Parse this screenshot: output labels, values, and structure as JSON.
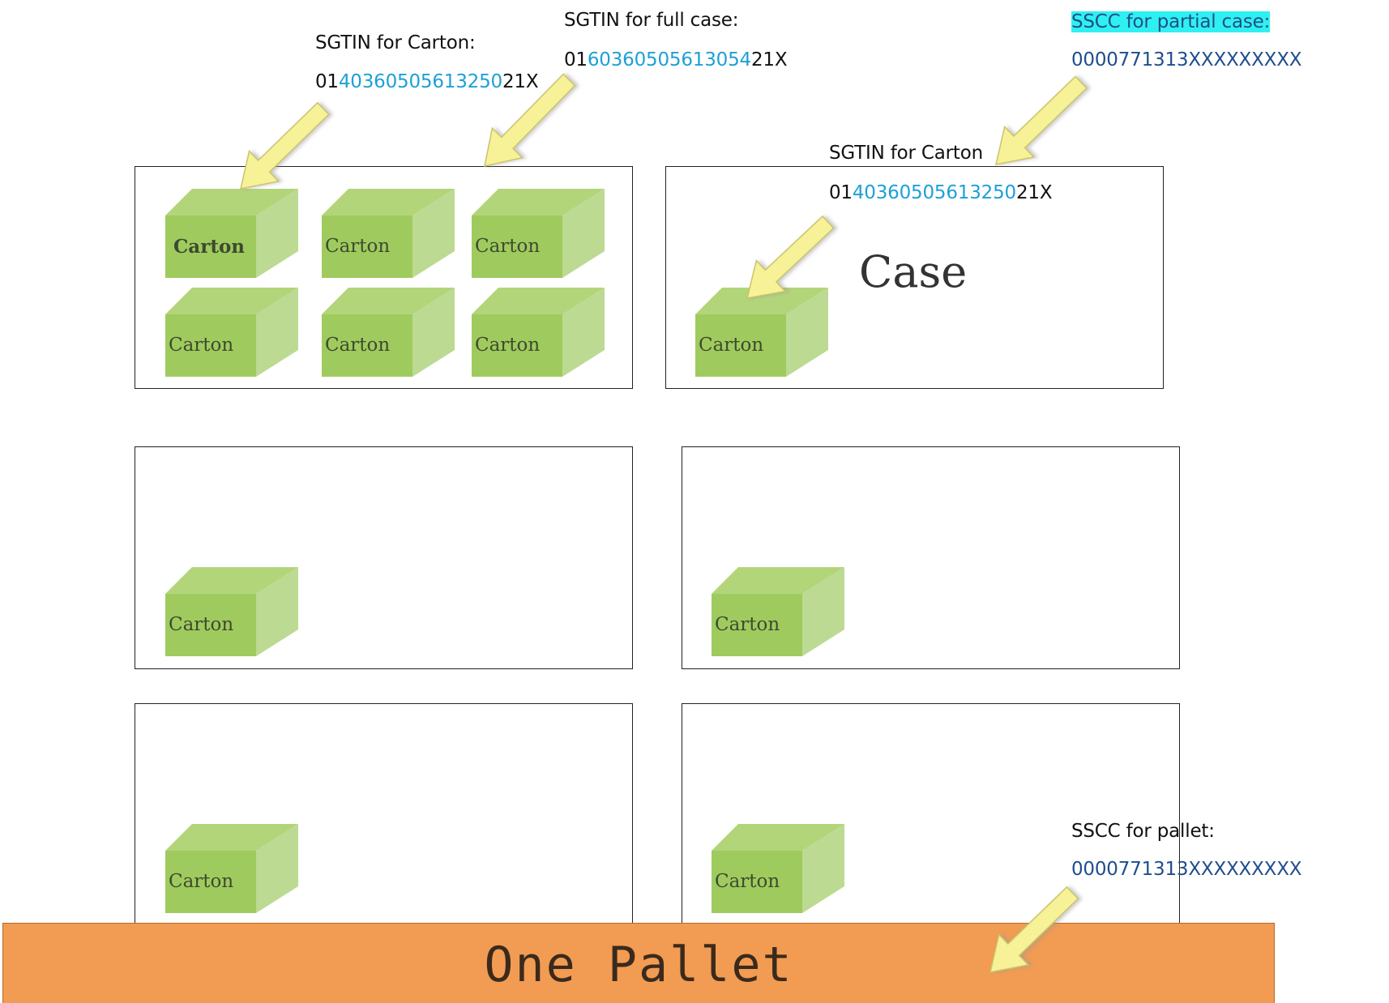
{
  "carton_label": "Carton",
  "case_label": "Case",
  "pallet_label": "One Pallet",
  "sgtin_carton_title": "SGTIN for Carton:",
  "sgtin_carton_code": {
    "prefix": "01",
    "gtin": "40360505613250",
    "suffix": "21X"
  },
  "sgtin_full_case_title": "SGTIN for full case:",
  "sgtin_full_case_code": {
    "prefix": "01",
    "gtin": "60360505613054",
    "suffix": "21X"
  },
  "sscc_partial_title": "SSCC for partial case:",
  "sscc_partial_code": "0000771313XXXXXXXXX",
  "sgtin_carton_inner_title": "SGTIN for Carton",
  "sgtin_carton_inner_code": {
    "prefix": "01",
    "gtin": "40360505613250",
    "suffix": "21X"
  },
  "sscc_pallet_title": "SSCC for pallet:",
  "sscc_pallet_code": "0000771313XXXXXXXXX",
  "colors": {
    "carton_front": "#9fcb5e",
    "carton_top": "#b2d57a",
    "carton_side": "#bcda92",
    "arrow_fill": "#f7f198",
    "arrow_stroke": "#c9c26a",
    "pallet": "#f29b52",
    "gtin_digits": "#1ea0d6",
    "sscc_digits": "#1f4e8c",
    "highlight": "#2ff0f0"
  }
}
